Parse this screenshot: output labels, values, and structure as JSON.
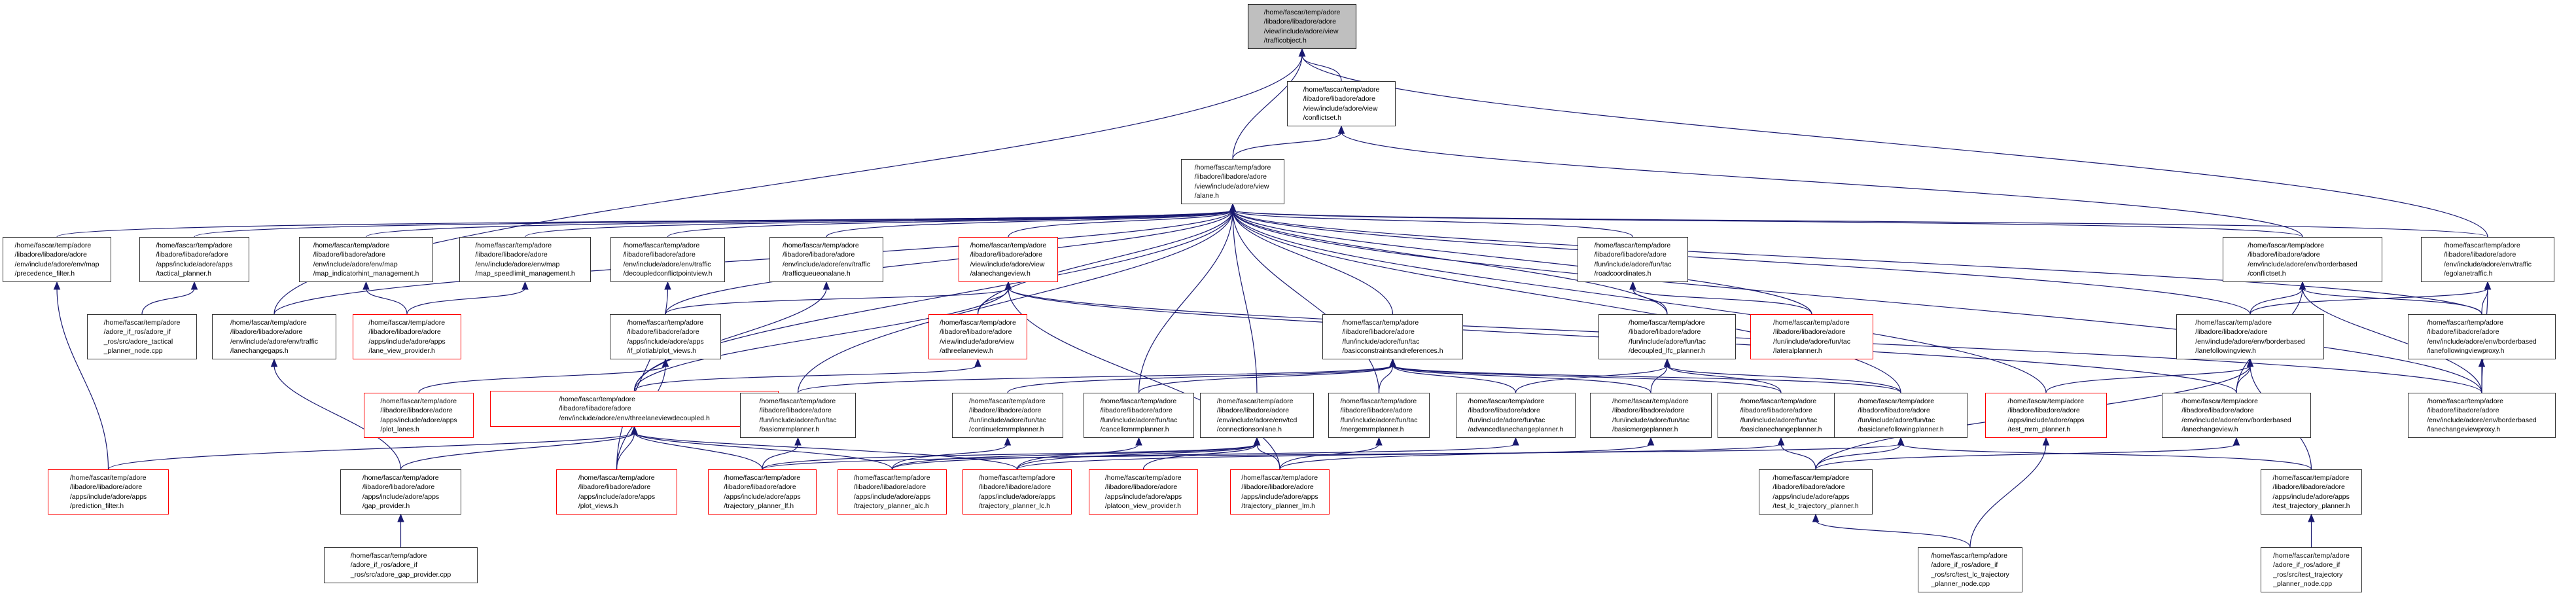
{
  "graph": {
    "title": "Include dependency graph for trafficobject.h",
    "root": "trafficobject",
    "colors": {
      "edge": "#191970",
      "root_fill": "#bfbfbf",
      "normal_border": "#333333",
      "truncated_border": "#ff0000"
    },
    "nodes": [
      {
        "id": "trafficobject",
        "label": "/home/fascar/temp/adore\n/libadore/libadore/adore\n/view/include/adore/view\n/trafficobject.h",
        "style": "root"
      },
      {
        "id": "conflictset_view",
        "label": "/home/fascar/temp/adore\n/libadore/libadore/adore\n/view/include/adore/view\n/conflictset.h",
        "style": "normal"
      },
      {
        "id": "alane",
        "label": "/home/fascar/temp/adore\n/libadore/libadore/adore\n/view/include/adore/view\n/alane.h",
        "style": "normal"
      },
      {
        "id": "precedence_filter",
        "label": "/home/fascar/temp/adore\n/libadore/libadore/adore\n/env/include/adore/env/map\n/precedence_filter.h",
        "style": "normal"
      },
      {
        "id": "tactical_planner",
        "label": "/home/fascar/temp/adore\n/libadore/libadore/adore\n/apps/include/adore/apps\n/tactical_planner.h",
        "style": "normal"
      },
      {
        "id": "map_indicatorhint",
        "label": "/home/fascar/temp/adore\n/libadore/libadore/adore\n/env/include/adore/env/map\n/map_indicatorhint_management.h",
        "style": "normal"
      },
      {
        "id": "map_speedlimit",
        "label": "/home/fascar/temp/adore\n/libadore/libadore/adore\n/env/include/adore/env/map\n/map_speedlimit_management.h",
        "style": "normal"
      },
      {
        "id": "decoupledconflictpointview",
        "label": "/home/fascar/temp/adore\n/libadore/libadore/adore\n/env/include/adore/env/traffic\n/decoupledconflictpointview.h",
        "style": "normal"
      },
      {
        "id": "trafficqueueonalane",
        "label": "/home/fascar/temp/adore\n/libadore/libadore/adore\n/env/include/adore/env/traffic\n/trafficqueueonalane.h",
        "style": "normal"
      },
      {
        "id": "alanechangeview",
        "label": "/home/fascar/temp/adore\n/libadore/libadore/adore\n/view/include/adore/view\n/alanechangeview.h",
        "style": "truncated"
      },
      {
        "id": "roadcoordinates",
        "label": "/home/fascar/temp/adore\n/libadore/libadore/adore\n/fun/include/adore/fun/tac\n/roadcoordinates.h",
        "style": "normal"
      },
      {
        "id": "conflictset_bb",
        "label": "/home/fascar/temp/adore\n/libadore/libadore/adore\n/env/include/adore/env/borderbased\n/conflictset.h",
        "style": "normal"
      },
      {
        "id": "egolanetraffic",
        "label": "/home/fascar/temp/adore\n/libadore/libadore/adore\n/env/include/adore/env/traffic\n/egolanetraffic.h",
        "style": "normal"
      },
      {
        "id": "tactical_node",
        "label": "/home/fascar/temp/adore\n/adore_if_ros/adore_if\n_ros/src/adore_tactical\n_planner_node.cpp",
        "style": "normal"
      },
      {
        "id": "lanechangegaps",
        "label": "/home/fascar/temp/adore\n/libadore/libadore/adore\n/env/include/adore/env/traffic\n/lanechangegaps.h",
        "style": "normal"
      },
      {
        "id": "lane_view_provider",
        "label": "/home/fascar/temp/adore\n/libadore/libadore/adore\n/apps/include/adore/apps\n/lane_view_provider.h",
        "style": "truncated"
      },
      {
        "id": "if_plotlab_plot_views",
        "label": "/home/fascar/temp/adore\n/libadore/libadore/adore\n/apps/include/adore/apps\n/if_plotlab/plot_views.h",
        "style": "normal"
      },
      {
        "id": "athreelaneview",
        "label": "/home/fascar/temp/adore\n/libadore/libadore/adore\n/view/include/adore/view\n/athreelaneview.h",
        "style": "truncated"
      },
      {
        "id": "basicconstraints",
        "label": "/home/fascar/temp/adore\n/libadore/libadore/adore\n/fun/include/adore/fun/tac\n/basicconstraintsandreferences.h",
        "style": "normal"
      },
      {
        "id": "decoupled_lfc",
        "label": "/home/fascar/temp/adore\n/libadore/libadore/adore\n/fun/include/adore/fun/tac\n/decoupled_lfc_planner.h",
        "style": "normal"
      },
      {
        "id": "lateralplanner",
        "label": "/home/fascar/temp/adore\n/libadore/libadore/adore\n/fun/include/adore/fun/tac\n/lateralplanner.h",
        "style": "truncated"
      },
      {
        "id": "lanefollowingview",
        "label": "/home/fascar/temp/adore\n/libadore/libadore/adore\n/env/include/adore/env/borderbased\n/lanefollowingview.h",
        "style": "normal"
      },
      {
        "id": "lanefollowingviewproxy",
        "label": "/home/fascar/temp/adore\n/libadore/libadore/adore\n/env/include/adore/env/borderbased\n/lanefollowingviewproxy.h",
        "style": "normal"
      },
      {
        "id": "plot_lanes",
        "label": "/home/fascar/temp/adore\n/libadore/libadore/adore\n/apps/include/adore/apps\n/plot_lanes.h",
        "style": "truncated"
      },
      {
        "id": "threelaneviewdecoupled",
        "label": "/home/fascar/temp/adore\n/libadore/libadore/adore\n/env/include/adore/env/threelaneviewdecoupled.h",
        "style": "truncated"
      },
      {
        "id": "basicmrmplanner",
        "label": "/home/fascar/temp/adore\n/libadore/libadore/adore\n/fun/include/adore/fun/tac\n/basicmrmplanner.h",
        "style": "normal"
      },
      {
        "id": "continuelcmrmplanner",
        "label": "/home/fascar/temp/adore\n/libadore/libadore/adore\n/fun/include/adore/fun/tac\n/continuelcmrmplanner.h",
        "style": "normal"
      },
      {
        "id": "cancellcmrmplanner",
        "label": "/home/fascar/temp/adore\n/libadore/libadore/adore\n/fun/include/adore/fun/tac\n/cancellcmrmplanner.h",
        "style": "normal"
      },
      {
        "id": "connectionsonlane",
        "label": "/home/fascar/temp/adore\n/libadore/libadore/adore\n/env/include/adore/env/tcd\n/connectionsonlane.h",
        "style": "normal"
      },
      {
        "id": "mergemrmplanner",
        "label": "/home/fascar/temp/adore\n/libadore/libadore/adore\n/fun/include/adore/fun/tac\n/mergemrmplanner.h",
        "style": "normal"
      },
      {
        "id": "advancedlanechangeplanner",
        "label": "/home/fascar/temp/adore\n/libadore/libadore/adore\n/fun/include/adore/fun/tac\n/advancedlanechangeplanner.h",
        "style": "normal"
      },
      {
        "id": "basicmergeplanner",
        "label": "/home/fascar/temp/adore\n/libadore/libadore/adore\n/fun/include/adore/fun/tac\n/basicmergeplanner.h",
        "style": "normal"
      },
      {
        "id": "basiclanechangeplanner",
        "label": "/home/fascar/temp/adore\n/libadore/libadore/adore\n/fun/include/adore/fun/tac\n/basiclanechangeplanner.h",
        "style": "normal"
      },
      {
        "id": "basiclanefollowingplanner",
        "label": "/home/fascar/temp/adore\n/libadore/libadore/adore\n/fun/include/adore/fun/tac\n/basiclanefollowingplanner.h",
        "style": "normal"
      },
      {
        "id": "test_mrm_planner",
        "label": "/home/fascar/temp/adore\n/libadore/libadore/adore\n/apps/include/adore/apps\n/test_mrm_planner.h",
        "style": "truncated"
      },
      {
        "id": "lanechangeview",
        "label": "/home/fascar/temp/adore\n/libadore/libadore/adore\n/env/include/adore/env/borderbased\n/lanechangeview.h",
        "style": "normal"
      },
      {
        "id": "lanechangeviewproxy",
        "label": "/home/fascar/temp/adore\n/libadore/libadore/adore\n/env/include/adore/env/borderbased\n/lanechangeviewproxy.h",
        "style": "normal"
      },
      {
        "id": "prediction_filter",
        "label": "/home/fascar/temp/adore\n/libadore/libadore/adore\n/apps/include/adore/apps\n/prediction_filter.h",
        "style": "truncated"
      },
      {
        "id": "gap_provider",
        "label": "/home/fascar/temp/adore\n/libadore/libadore/adore\n/apps/include/adore/apps\n/gap_provider.h",
        "style": "normal"
      },
      {
        "id": "plot_views",
        "label": "/home/fascar/temp/adore\n/libadore/libadore/adore\n/apps/include/adore/apps\n/plot_views.h",
        "style": "truncated"
      },
      {
        "id": "trajectory_planner_lf",
        "label": "/home/fascar/temp/adore\n/libadore/libadore/adore\n/apps/include/adore/apps\n/trajectory_planner_lf.h",
        "style": "truncated"
      },
      {
        "id": "trajectory_planner_alc",
        "label": "/home/fascar/temp/adore\n/libadore/libadore/adore\n/apps/include/adore/apps\n/trajectory_planner_alc.h",
        "style": "truncated"
      },
      {
        "id": "trajectory_planner_lc",
        "label": "/home/fascar/temp/adore\n/libadore/libadore/adore\n/apps/include/adore/apps\n/trajectory_planner_lc.h",
        "style": "truncated"
      },
      {
        "id": "platoon_view_provider",
        "label": "/home/fascar/temp/adore\n/libadore/libadore/adore\n/apps/include/adore/apps\n/platoon_view_provider.h",
        "style": "truncated"
      },
      {
        "id": "trajectory_planner_lm",
        "label": "/home/fascar/temp/adore\n/libadore/libadore/adore\n/apps/include/adore/apps\n/trajectory_planner_lm.h",
        "style": "truncated"
      },
      {
        "id": "test_lc_trajectory_planner",
        "label": "/home/fascar/temp/adore\n/libadore/libadore/adore\n/apps/include/adore/apps\n/test_lc_trajectory_planner.h",
        "style": "normal"
      },
      {
        "id": "test_trajectory_planner",
        "label": "/home/fascar/temp/adore\n/libadore/libadore/adore\n/apps/include/adore/apps\n/test_trajectory_planner.h",
        "style": "normal"
      },
      {
        "id": "gap_provider_node",
        "label": "/home/fascar/temp/adore\n/adore_if_ros/adore_if\n_ros/src/adore_gap_provider.cpp",
        "style": "normal"
      },
      {
        "id": "test_lc_node",
        "label": "/home/fascar/temp/adore\n/adore_if_ros/adore_if\n_ros/src/test_lc_trajectory\n_planner_node.cpp",
        "style": "normal"
      },
      {
        "id": "test_traj_node",
        "label": "/home/fascar/temp/adore\n/adore_if_ros/adore_if\n_ros/src/test_trajectory\n_planner_node.cpp",
        "style": "normal"
      }
    ],
    "edges": [
      [
        "conflictset_view",
        "trafficobject"
      ],
      [
        "alane",
        "trafficobject"
      ],
      [
        "egolanetraffic",
        "trafficobject"
      ],
      [
        "lanechangegaps",
        "trafficobject"
      ],
      [
        "alane",
        "conflictset_view"
      ],
      [
        "conflictset_bb",
        "conflictset_view"
      ],
      [
        "precedence_filter",
        "alane"
      ],
      [
        "tactical_planner",
        "alane"
      ],
      [
        "map_indicatorhint",
        "alane"
      ],
      [
        "map_speedlimit",
        "alane"
      ],
      [
        "decoupledconflictpointview",
        "alane"
      ],
      [
        "trafficqueueonalane",
        "alane"
      ],
      [
        "alanechangeview",
        "alane"
      ],
      [
        "roadcoordinates",
        "alane"
      ],
      [
        "conflictset_bb",
        "alane"
      ],
      [
        "egolanetraffic",
        "alane"
      ],
      [
        "lateralplanner",
        "alane"
      ],
      [
        "lanechangegaps",
        "alane"
      ],
      [
        "if_plotlab_plot_views",
        "alane"
      ],
      [
        "athreelaneview",
        "alane"
      ],
      [
        "basicconstraints",
        "alane"
      ],
      [
        "decoupled_lfc",
        "alane"
      ],
      [
        "lanefollowingview",
        "alane"
      ],
      [
        "lanefollowingviewproxy",
        "alane"
      ],
      [
        "threelaneviewdecoupled",
        "alane"
      ],
      [
        "basicmrmplanner",
        "alane"
      ],
      [
        "cancellcmrmplanner",
        "alane"
      ],
      [
        "connectionsonlane",
        "alane"
      ],
      [
        "mergemrmplanner",
        "alane"
      ],
      [
        "basiclanefollowingplanner",
        "alane"
      ],
      [
        "lanechangeviewproxy",
        "alane"
      ],
      [
        "test_mrm_planner",
        "alane"
      ],
      [
        "tactical_node",
        "tactical_planner"
      ],
      [
        "lane_view_provider",
        "map_indicatorhint"
      ],
      [
        "lane_view_provider",
        "map_speedlimit"
      ],
      [
        "plot_views",
        "decoupledconflictpointview"
      ],
      [
        "threelaneviewdecoupled",
        "trafficqueueonalane"
      ],
      [
        "athreelaneview",
        "alanechangeview"
      ],
      [
        "if_plotlab_plot_views",
        "alanechangeview"
      ],
      [
        "lanechangeview",
        "alanechangeview"
      ],
      [
        "lanechangeviewproxy",
        "alanechangeview"
      ],
      [
        "threelaneviewdecoupled",
        "alanechangeview"
      ],
      [
        "trajectory_planner_lm",
        "alanechangeview"
      ],
      [
        "decoupled_lfc",
        "roadcoordinates"
      ],
      [
        "lateralplanner",
        "roadcoordinates"
      ],
      [
        "lanefollowingview",
        "conflictset_bb"
      ],
      [
        "lanefollowingviewproxy",
        "conflictset_bb"
      ],
      [
        "lanechangeview",
        "conflictset_bb"
      ],
      [
        "lanechangeviewproxy",
        "conflictset_bb"
      ],
      [
        "lanefollowingview",
        "egolanetraffic"
      ],
      [
        "lanefollowingviewproxy",
        "egolanetraffic"
      ],
      [
        "lanechangeviewproxy",
        "egolanetraffic"
      ],
      [
        "prediction_filter",
        "precedence_filter"
      ],
      [
        "gap_provider",
        "lanechangegaps"
      ],
      [
        "plot_lanes",
        "if_plotlab_plot_views"
      ],
      [
        "plot_views",
        "if_plotlab_plot_views"
      ],
      [
        "threelaneviewdecoupled",
        "athreelaneview"
      ],
      [
        "basicmrmplanner",
        "basicconstraints"
      ],
      [
        "continuelcmrmplanner",
        "basicconstraints"
      ],
      [
        "cancellcmrmplanner",
        "basicconstraints"
      ],
      [
        "mergemrmplanner",
        "basicconstraints"
      ],
      [
        "advancedlanechangeplanner",
        "basicconstraints"
      ],
      [
        "basicmergeplanner",
        "basicconstraints"
      ],
      [
        "basiclanechangeplanner",
        "basicconstraints"
      ],
      [
        "basiclanefollowingplanner",
        "basicconstraints"
      ],
      [
        "advancedlanechangeplanner",
        "decoupled_lfc"
      ],
      [
        "basicmergeplanner",
        "decoupled_lfc"
      ],
      [
        "basiclanechangeplanner",
        "decoupled_lfc"
      ],
      [
        "basiclanefollowingplanner",
        "decoupled_lfc"
      ],
      [
        "lanechangeview",
        "lanefollowingview"
      ],
      [
        "test_mrm_planner",
        "lanefollowingview"
      ],
      [
        "test_lc_trajectory_planner",
        "lanefollowingview"
      ],
      [
        "test_trajectory_planner",
        "lanefollowingview"
      ],
      [
        "lanechangeviewproxy",
        "lanefollowingviewproxy"
      ],
      [
        "prediction_filter",
        "threelaneviewdecoupled"
      ],
      [
        "gap_provider",
        "threelaneviewdecoupled"
      ],
      [
        "plot_views",
        "threelaneviewdecoupled"
      ],
      [
        "trajectory_planner_lf",
        "threelaneviewdecoupled"
      ],
      [
        "trajectory_planner_alc",
        "threelaneviewdecoupled"
      ],
      [
        "trajectory_planner_lc",
        "threelaneviewdecoupled"
      ],
      [
        "trajectory_planner_lf",
        "basicmrmplanner"
      ],
      [
        "trajectory_planner_alc",
        "continuelcmrmplanner"
      ],
      [
        "trajectory_planner_lc",
        "cancellcmrmplanner"
      ],
      [
        "trajectory_planner_lf",
        "connectionsonlane"
      ],
      [
        "trajectory_planner_alc",
        "connectionsonlane"
      ],
      [
        "trajectory_planner_lc",
        "connectionsonlane"
      ],
      [
        "platoon_view_provider",
        "connectionsonlane"
      ],
      [
        "trajectory_planner_lm",
        "connectionsonlane"
      ],
      [
        "trajectory_planner_lm",
        "mergemrmplanner"
      ],
      [
        "trajectory_planner_alc",
        "advancedlanechangeplanner"
      ],
      [
        "trajectory_planner_lm",
        "basicmergeplanner"
      ],
      [
        "trajectory_planner_lc",
        "basiclanechangeplanner"
      ],
      [
        "test_lc_trajectory_planner",
        "basiclanechangeplanner"
      ],
      [
        "trajectory_planner_lf",
        "basiclanefollowingplanner"
      ],
      [
        "test_lc_trajectory_planner",
        "basiclanefollowingplanner"
      ],
      [
        "test_trajectory_planner",
        "basiclanefollowingplanner"
      ],
      [
        "test_lc_trajectory_planner",
        "lanechangeview"
      ],
      [
        "gap_provider_node",
        "gap_provider"
      ],
      [
        "test_lc_node",
        "test_lc_trajectory_planner"
      ],
      [
        "test_lc_node",
        "test_mrm_planner"
      ],
      [
        "test_traj_node",
        "test_trajectory_planner"
      ]
    ]
  }
}
